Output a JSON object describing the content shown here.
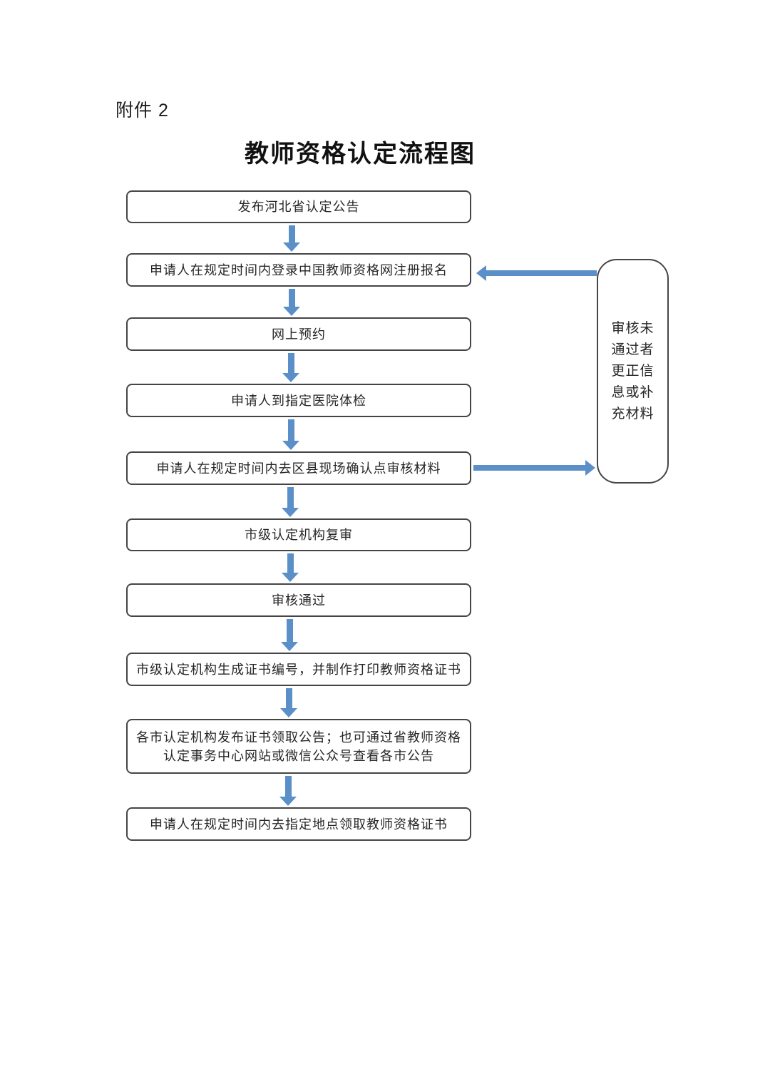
{
  "page": {
    "attachment_label": "附件 2",
    "title": "教师资格认定流程图"
  },
  "colors": {
    "arrow": "#5b8fc8",
    "box_border": "#454545",
    "text": "#262626",
    "background": "#ffffff"
  },
  "flow": {
    "steps": [
      {
        "label": "发布河北省认定公告"
      },
      {
        "label": "申请人在规定时间内登录中国教师资格网注册报名"
      },
      {
        "label": "网上预约"
      },
      {
        "label": "申请人到指定医院体检"
      },
      {
        "label": "申请人在规定时间内去区县现场确认点审核材料"
      },
      {
        "label": "市级认定机构复审"
      },
      {
        "label": "审核通过"
      },
      {
        "label": "市级认定机构生成证书编号，并制作打印教师资格证书"
      },
      {
        "label": "各市认定机构发布证书领取公告；也可通过省教师资格认定事务中心网站或微信公众号查看各市公告",
        "lines": [
          "各市认定机构发布证书领取公告；也可通过省教师资格",
          "认定事务中心网站或微信公众号查看各市公告"
        ]
      },
      {
        "label": "申请人在规定时间内去指定地点领取教师资格证书"
      }
    ],
    "side_note": {
      "text": "审核未通过者更正信息或补充材料",
      "lines": [
        "审核未",
        "通过者",
        "更正信",
        "息或补",
        "充材料"
      ]
    }
  }
}
